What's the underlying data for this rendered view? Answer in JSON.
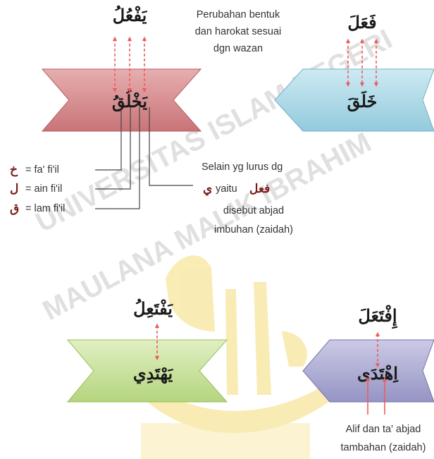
{
  "colors": {
    "red_chevron": "#d4878a",
    "blue_chevron": "#a9d7e6",
    "green_chevron": "#c6df95",
    "purple_chevron": "#a9a8d0",
    "arrow": "#ee5c5c",
    "watermark_text": "#c8c8c8",
    "watermark_logo": "#f2d45a"
  },
  "watermark": {
    "lines": [
      "UNIVERSITAS ISLAM NEGERI",
      "MAULANA MALIK IBRAHIM"
    ],
    "logo": "university seal (watermark)"
  },
  "top_left": {
    "pattern": "يَفْعُلُ",
    "word": "يَخْلُقُ"
  },
  "top_right": {
    "pattern": "فَعَلَ",
    "word": "خَلَقَ"
  },
  "note_top": [
    "Perubahan bentuk",
    "dan harokat sesuai",
    "dgn wazan"
  ],
  "legend": [
    {
      "letter": "خ",
      "text": "= fa' fi'il"
    },
    {
      "letter": "ل",
      "text": "= ain fi'il"
    },
    {
      "letter": "ق",
      "text": "= lam fi'il"
    }
  ],
  "note_middle": {
    "line1": "Selain yg lurus dg",
    "line2_letter": "ي",
    "line2_text": "yaitu",
    "line2_word": "فعل",
    "line3": "disebut abjad",
    "line4": "imbuhan (zaidah)"
  },
  "bottom_left": {
    "pattern": "يَفْتَعِلُ",
    "word": "يَهْتَدِي"
  },
  "bottom_right": {
    "pattern": "إِفْتَعَلَ",
    "word": "اِهْتَدَى"
  },
  "note_bottom": [
    "Alif dan ta' abjad",
    "tambahan (zaidah)"
  ]
}
